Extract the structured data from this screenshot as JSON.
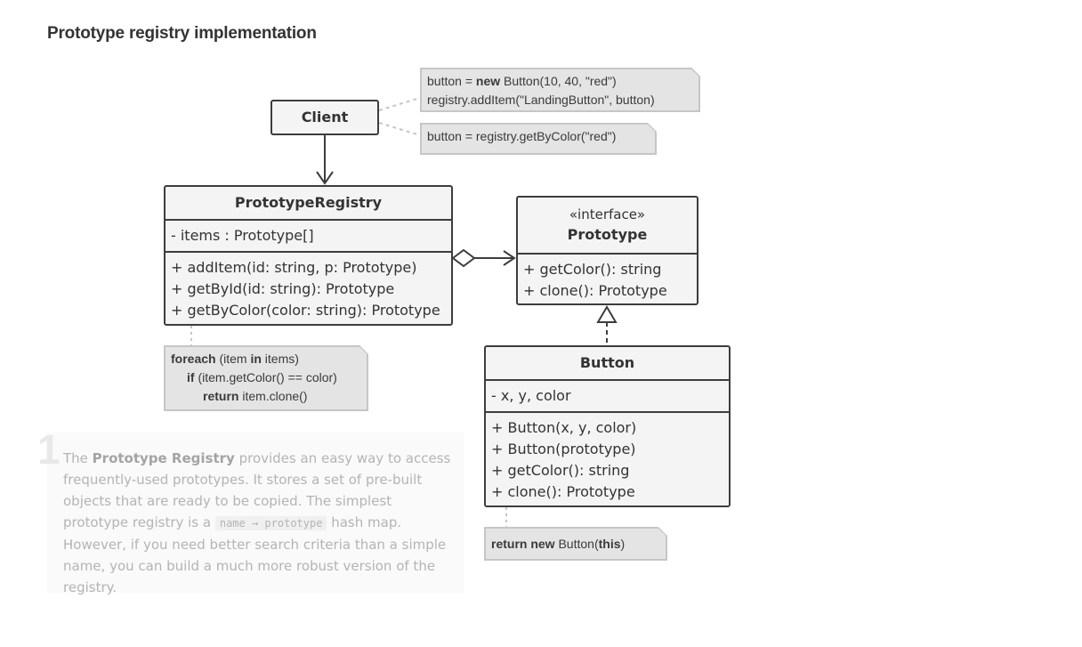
{
  "title": "Prototype registry implementation",
  "client": {
    "name": "Client"
  },
  "registry": {
    "name": "PrototypeRegistry",
    "fields": [
      "- items : Prototype[]"
    ],
    "methods": [
      "+ addItem(id: string, p: Prototype)",
      "+ getById(id: string): Prototype",
      "+ getByColor(color: string): Prototype"
    ]
  },
  "prototype": {
    "stereotype": "«interface»",
    "name": "Prototype",
    "methods": [
      "+ getColor(): string",
      "+ clone(): Prototype"
    ]
  },
  "button": {
    "name": "Button",
    "fields": [
      "- x, y, color"
    ],
    "methods": [
      "+ Button(x, y, color)",
      "+ Button(prototype)",
      "+ getColor(): string",
      "+ clone(): Prototype"
    ]
  },
  "notes": {
    "client_add": {
      "line1_pre": "button = ",
      "line1_kw": "new",
      "line1_post": " Button(10, 40, \"red\")",
      "line2": "registry.addItem(\"LandingButton\", button)"
    },
    "client_get": "button = registry.getByColor(\"red\")",
    "registry_impl": {
      "l1_kw": "foreach",
      "l1_a": " (item ",
      "l1_kw2": "in",
      "l1_b": " items)",
      "l2_kw": "if",
      "l2_a": " (item.getColor() == color)",
      "l3_kw": "return",
      "l3_a": " item.clone()"
    },
    "button_clone": {
      "kw": "return new",
      "a": " Button(",
      "kw2": "this",
      "b": ")"
    }
  },
  "callout": {
    "number": "1",
    "p1": "The ",
    "bold": "Prototype Registry",
    "p2": " provides an easy way to access frequently-used prototypes. It stores a set of pre-built objects that are ready to be copied. The simplest prototype registry is a ",
    "code": "name → prototype",
    "p3": " hash map. However, if you need better search criteria than a simple name, you can build a much more robust version of the registry."
  }
}
